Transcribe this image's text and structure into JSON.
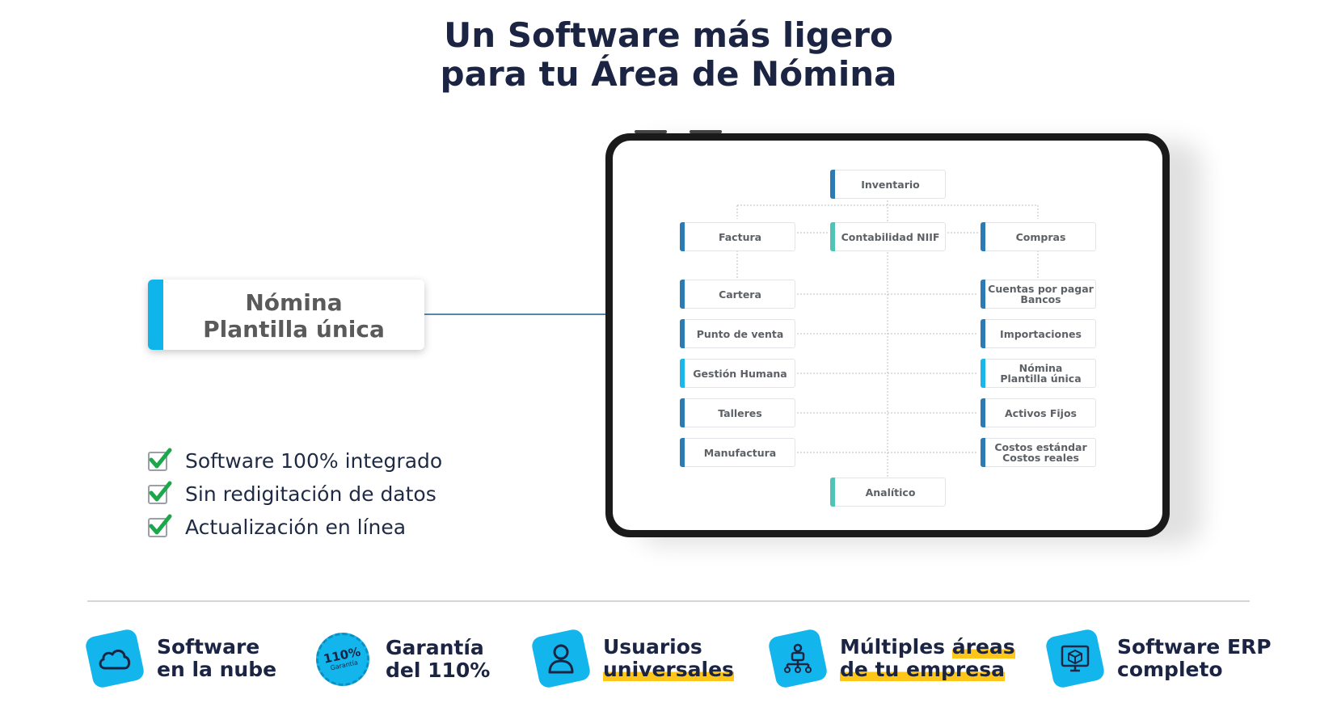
{
  "title": {
    "line1": "Un Software más ligero",
    "line2": "para tu Área de Nómina"
  },
  "highlight_card": {
    "line1": "Nómina",
    "line2": "Plantilla única"
  },
  "checklist": [
    "Software 100% integrado",
    "Sin redigitación de datos",
    "Actualización en línea"
  ],
  "diagram": {
    "nodes": {
      "inventario": "Inventario",
      "factura": "Factura",
      "contabilidad": "Contabilidad NIIF",
      "compras": "Compras",
      "cartera": "Cartera",
      "cuentas1": "Cuentas por pagar",
      "cuentas2": "Bancos",
      "punto_venta": "Punto de venta",
      "importaciones": "Importaciones",
      "gestion_humana": "Gestión Humana",
      "nomina1": "Nómina",
      "nomina2": "Plantilla única",
      "talleres": "Talleres",
      "activos_fijos": "Activos Fijos",
      "manufactura": "Manufactura",
      "costos1": "Costos estándar",
      "costos2": "Costos reales",
      "analitico": "Analítico"
    }
  },
  "features": [
    {
      "icon": "cloud-icon",
      "line1": "Software",
      "line2": "en la nube"
    },
    {
      "icon": "guarantee-badge-icon",
      "badge_big": "110%",
      "badge_small": "Garantía",
      "line1": "Garantía",
      "line2": "del 110%"
    },
    {
      "icon": "user-icon",
      "line1": "Usuarios",
      "line2": "universales"
    },
    {
      "icon": "org-chart-icon",
      "line1_a": "Múltiples ",
      "line1_b": "áreas",
      "line2": "de tu empresa"
    },
    {
      "icon": "monitor-cube-icon",
      "line1": "Software ERP",
      "line2": "completo"
    }
  ],
  "colors": {
    "title": "#1b2442",
    "accent_cyan": "#12b6ec",
    "node_blue": "#2b7bb4",
    "node_teal": "#4fc3b5",
    "highlight_yellow": "#ffc61a",
    "check_green": "#1aa84a"
  }
}
